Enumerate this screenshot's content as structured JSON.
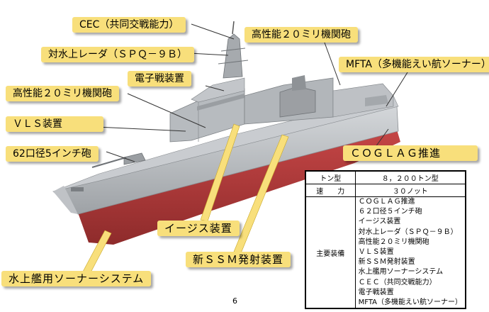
{
  "callouts": {
    "cec": "CEC（共同交戦能力）",
    "radar": "対水上レーダ（ＳＰＱ－９Ｂ）",
    "ew": "電子戦装置",
    "ciws_fwd": "高性能２０ミリ機関砲",
    "vls": "ＶＬＳ装置",
    "gun": "62口径5インチ砲",
    "ciws_aft": "高性能２０ミリ機関砲",
    "mfta": "MFTA（多機能えい航ソーナー）",
    "coglag": "ＣＯＧＬＡＧ推進",
    "aegis": "イージス装置",
    "ssm": "新ＳＳＭ発射装置",
    "sonar": "水上艦用ソーナーシステム"
  },
  "spec_table": {
    "row1_label": "トン型",
    "row1_value": "８，２００トン型",
    "row2_label": "速　　力",
    "row2_value": "３０ノット",
    "row3_label": "主要装備",
    "equipment": [
      "ＣＯＧＬＡＧ推進",
      "６２口径５インチ砲",
      "イージス装置",
      "対水上レーダ（ＳＰＱ－９Ｂ）",
      "高性能２０ミリ機関砲",
      "ＶＬＳ装置",
      "新ＳＳＭ発射装置",
      "水上艦用ソーナーシステム",
      "ＣＥＣ（共同交戦能力）",
      "電子戦装置",
      "MFTA（多機能えい航ソーナー）"
    ]
  },
  "page_number": "6",
  "colors": {
    "callout": "#f8df7b",
    "hull_red": "#b43a3a",
    "hull_grey": "#a9adb1"
  }
}
